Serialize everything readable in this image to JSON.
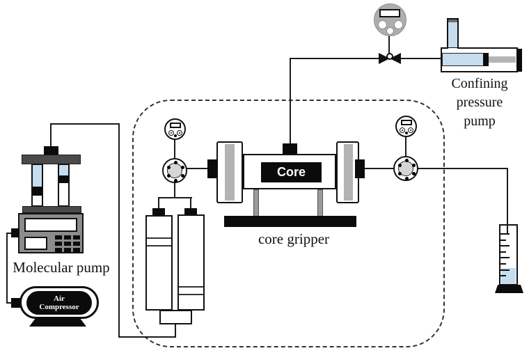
{
  "diagram": {
    "type": "laboratory-core-flooding-apparatus-schematic",
    "labels": {
      "molecular_pump": "Molecular pump",
      "air_compressor_line1": "Air",
      "air_compressor_line2": "Compressor",
      "core": "Core",
      "core_gripper": "core gripper",
      "confining_pump_line1": "Confining",
      "confining_pump_line2": "pressure",
      "confining_pump_line3": "pump"
    },
    "colors": {
      "liquid_blue": "#c5ddef",
      "console_gray": "#8c8c8c",
      "bar_dark_gray": "#4a4a4a",
      "flange_stripe_gray": "#b3b3b3",
      "large_gauge_gray": "#aeaeae",
      "pipe_black": "#1a1a1a",
      "component_black": "#0b0b0b"
    },
    "icons": {
      "pressure_gauge_large": "gray digital pressure gauge",
      "pressure_gauge_small": "digital pressure gauge",
      "four_port_valve": "multi-port circular valve",
      "needle_valve": "bowtie needle valve",
      "graduated_cylinder": "graduated collection cylinder"
    }
  }
}
